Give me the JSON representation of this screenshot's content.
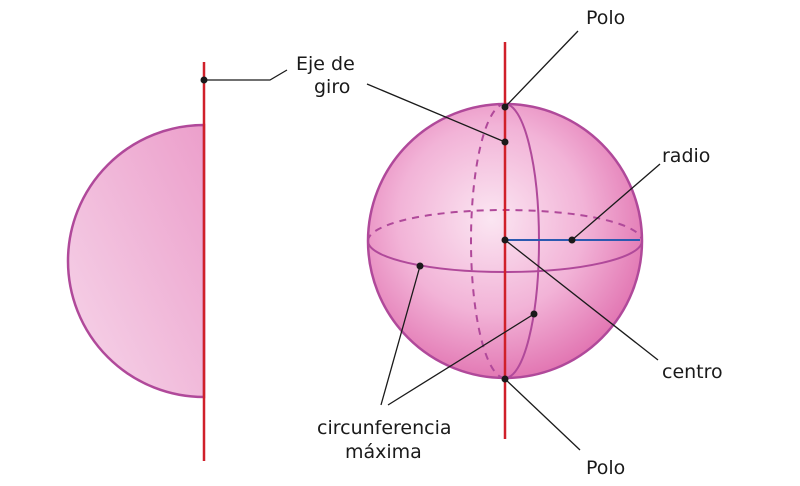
{
  "labels": {
    "axis_line1": "Eje de",
    "axis_line2": "giro",
    "pole_top": "Polo",
    "pole_bottom": "Polo",
    "radius": "radio",
    "center": "centro",
    "great_circle_line1": "circunferencia",
    "great_circle_line2": "máxima"
  },
  "colors": {
    "axis": "#d0202a",
    "radius": "#2b59b0",
    "outline": "#b0499a",
    "fill_light": "#f6d6ea",
    "fill_mid": "#ee9fcb",
    "fill_dark": "#e071b0",
    "leader": "#1a1a1a"
  }
}
